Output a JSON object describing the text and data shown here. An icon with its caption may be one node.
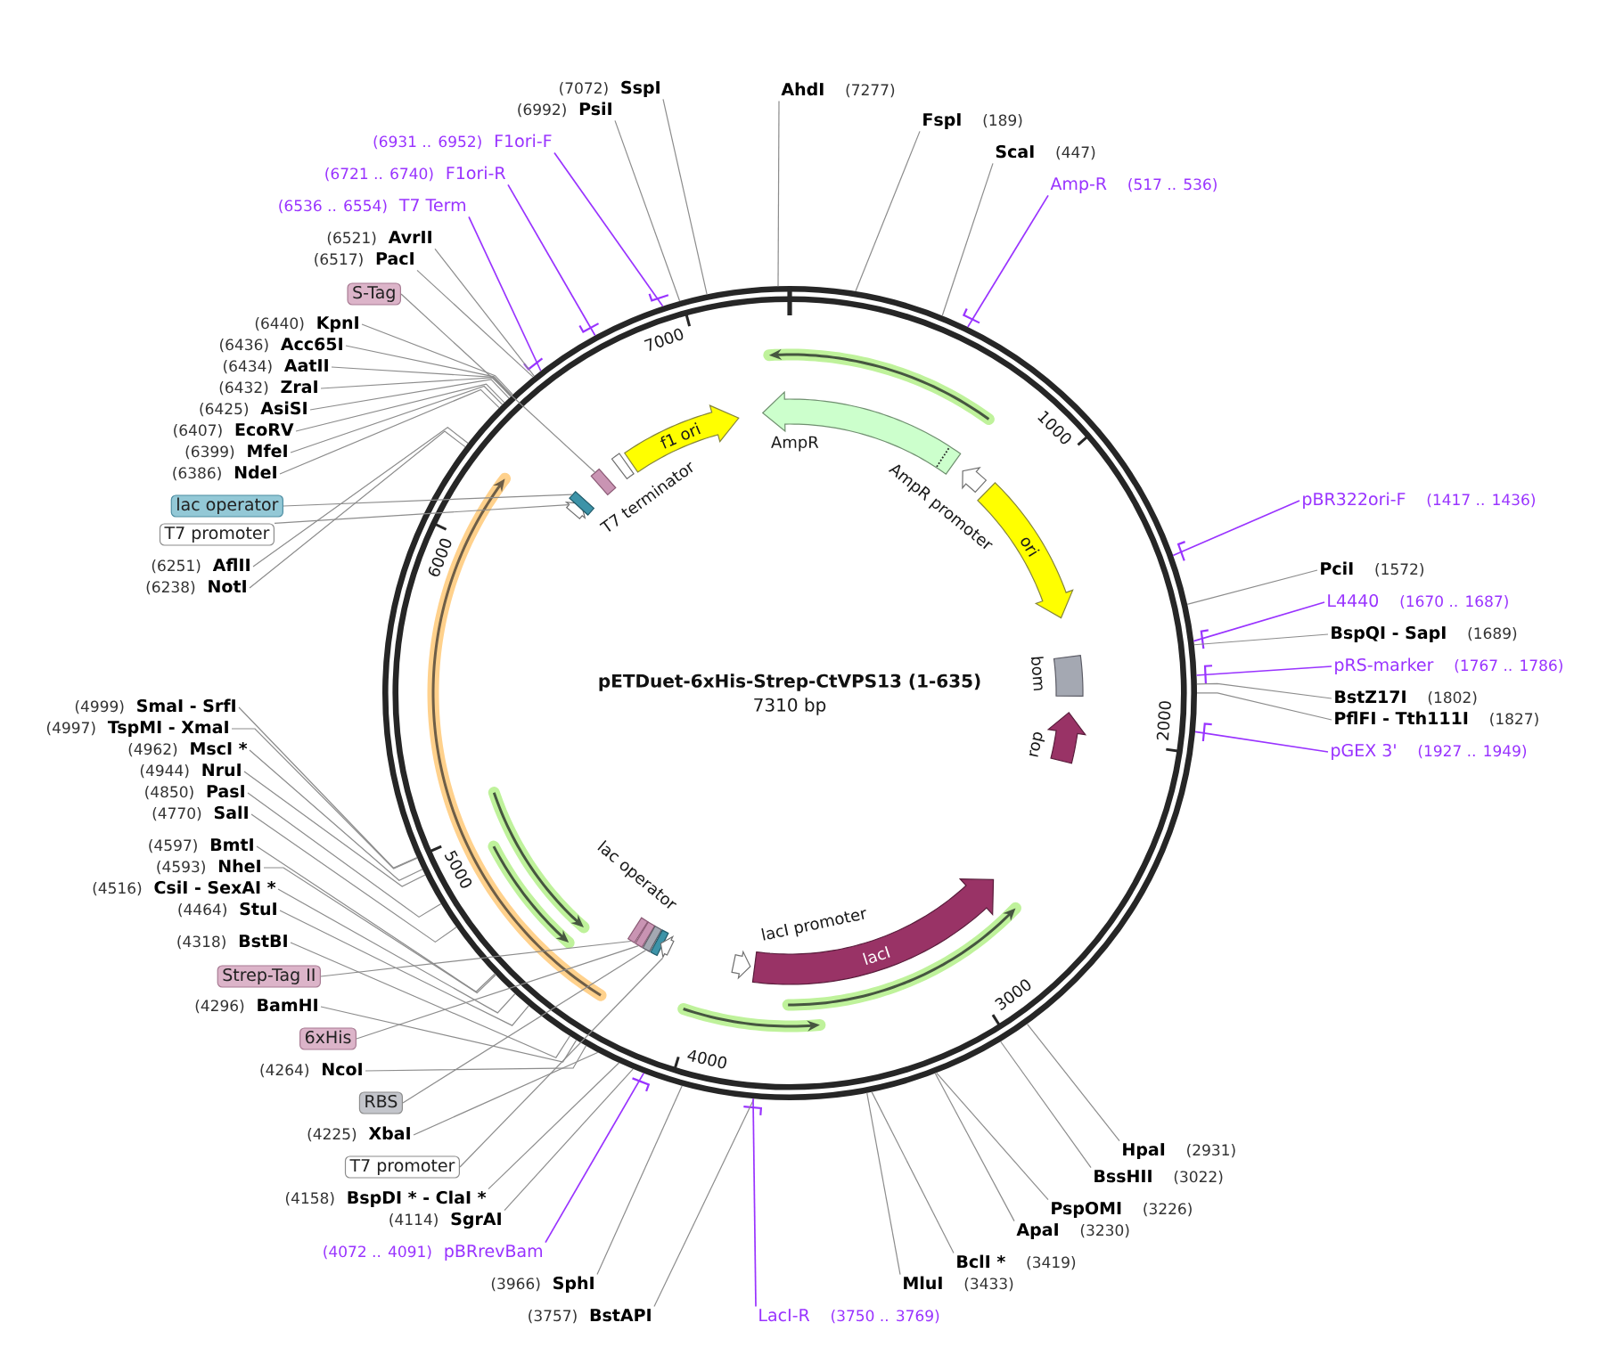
{
  "diagram": {
    "title": "pETDuet-6xHis-Strep-CtVPS13 (1-635)",
    "nodes": [
      {
        "text": [
          "SspI"
        ],
        "beside": [
          "(7072)"
        ]
      },
      {
        "text": [
          "PsiI"
        ],
        "beside": [
          "(6992)"
        ]
      },
      {
        "text": [
          "F1ori-F"
        ],
        "beside": [
          "(6931 .. 6952)"
        ]
      },
      {
        "text": [
          "F1ori-R"
        ],
        "beside": [
          "(6721 .. 6740)"
        ]
      },
      {
        "text": [
          "T7 Term"
        ],
        "beside": [
          "(6536 .. 6554)"
        ]
      },
      {
        "text": [
          "AvrII"
        ],
        "beside": [
          "(6521)"
        ]
      },
      {
        "text": [
          "PacI"
        ],
        "beside": [
          "(6517)"
        ]
      },
      {
        "text": [
          "S-Tag"
        ]
      },
      {
        "text": [
          "KpnI"
        ],
        "beside": [
          "(6440)"
        ]
      },
      {
        "text": [
          "Acc65I"
        ],
        "beside": [
          "(6436)"
        ]
      },
      {
        "text": [
          "AatII"
        ],
        "beside": [
          "(6434)"
        ]
      },
      {
        "text": [
          "ZraI"
        ],
        "beside": [
          "(6432)"
        ]
      },
      {
        "text": [
          "AsiSI"
        ],
        "beside": [
          "(6425)"
        ]
      },
      {
        "text": [
          "EcoRV"
        ],
        "beside": [
          "(6407)"
        ]
      },
      {
        "text": [
          "MfeI"
        ],
        "beside": [
          "(6399)"
        ]
      },
      {
        "text": [
          "NdeI"
        ],
        "beside": [
          "(6386)"
        ]
      },
      {
        "text": [
          "lac operator"
        ]
      },
      {
        "text": [
          "T7 promoter"
        ]
      },
      {
        "text": [
          "AflII"
        ],
        "beside": [
          "(6251)"
        ]
      },
      {
        "text": [
          "NotI"
        ],
        "beside": [
          "(6238)"
        ]
      },
      {
        "text": [
          "SmaI - SrfI"
        ],
        "beside": [
          "(4999)"
        ]
      },
      {
        "text": [
          "TspMI - XmaI"
        ],
        "beside": [
          "(4997)"
        ]
      },
      {
        "text": [
          "MscI *"
        ],
        "beside": [
          "(4962)"
        ]
      },
      {
        "text": [
          "NruI"
        ],
        "beside": [
          "(4944)"
        ]
      },
      {
        "text": [
          "PasI"
        ],
        "beside": [
          "(4850)"
        ]
      },
      {
        "text": [
          "SalI"
        ],
        "beside": [
          "(4770)"
        ]
      },
      {
        "text": [
          "BmtI"
        ],
        "beside": [
          "(4597)"
        ]
      },
      {
        "text": [
          "NheI"
        ],
        "beside": [
          "(4593)"
        ]
      },
      {
        "text": [
          "CsiI - SexAI *"
        ],
        "beside": [
          "(4516)"
        ]
      },
      {
        "text": [
          "StuI"
        ],
        "beside": [
          "(4464)"
        ]
      },
      {
        "text": [
          "BstBI"
        ],
        "beside": [
          "(4318)"
        ]
      },
      {
        "text": [
          "Strep-Tag II"
        ]
      },
      {
        "text": [
          "BamHI"
        ],
        "beside": [
          "(4296)"
        ]
      },
      {
        "text": [
          "6xHis"
        ]
      },
      {
        "text": [
          "NcoI"
        ],
        "beside": [
          "(4264)"
        ]
      },
      {
        "text": [
          "RBS"
        ]
      },
      {
        "text": [
          "XbaI"
        ],
        "beside": [
          "(4225)"
        ]
      },
      {
        "text": [
          "T7 promoter"
        ]
      },
      {
        "text": [
          "BspDI * - ClaI *"
        ],
        "beside": [
          "(4158)"
        ]
      },
      {
        "text": [
          "SgrAI"
        ],
        "beside": [
          "(4114)"
        ]
      },
      {
        "text": [
          "pBRrevBam"
        ],
        "beside": [
          "(4072 .. 4091)"
        ]
      },
      {
        "text": [
          "SphI"
        ],
        "beside": [
          "(3966)"
        ]
      },
      {
        "text": [
          "BstAPI"
        ],
        "beside": [
          "(3757)"
        ]
      },
      {
        "text": [
          "AhdI"
        ],
        "beside": [
          "(7277)"
        ]
      },
      {
        "text": [
          "FspI"
        ],
        "beside": [
          "(189)"
        ]
      },
      {
        "text": [
          "ScaI"
        ],
        "beside": [
          "(447)"
        ]
      },
      {
        "text": [
          "Amp-R"
        ],
        "beside": [
          "(517 .. 536)"
        ]
      },
      {
        "text": [
          "pBR322ori-F"
        ],
        "beside": [
          "(1417 .. 1436)"
        ]
      },
      {
        "text": [
          "PciI"
        ],
        "beside": [
          "(1572)"
        ]
      },
      {
        "text": [
          "L4440"
        ],
        "beside": [
          "(1670 .. 1687)"
        ]
      },
      {
        "text": [
          "BspQI - SapI"
        ],
        "beside": [
          "(1689)"
        ]
      },
      {
        "text": [
          "pRS-marker"
        ],
        "beside": [
          "(1767 .. 1786)"
        ]
      },
      {
        "text": [
          "BstZ17I"
        ],
        "beside": [
          "(1802)"
        ]
      },
      {
        "text": [
          "PflFI - Tth111I"
        ],
        "beside": [
          "(1827)"
        ]
      },
      {
        "text": [
          "pGEX 3'"
        ],
        "beside": [
          "(1927 .. 1949)"
        ]
      },
      {
        "text": [
          "HpaI"
        ],
        "beside": [
          "(2931)"
        ]
      },
      {
        "text": [
          "BssHII"
        ],
        "beside": [
          "(3022)"
        ]
      },
      {
        "text": [
          "PspOMI"
        ],
        "beside": [
          "(3226)"
        ]
      },
      {
        "text": [
          "ApaI"
        ],
        "beside": [
          "(3230)"
        ]
      },
      {
        "text": [
          "BclI *"
        ],
        "beside": [
          "(3419)"
        ]
      },
      {
        "text": [
          "MluI"
        ],
        "beside": [
          "(3433)"
        ]
      },
      {
        "text": [
          "LacI-R"
        ],
        "beside": [
          "(3750 .. 3769)"
        ]
      },
      {
        "text": [],
        "shape": "circle"
      },
      {
        "text": [],
        "shape": "arrow",
        "in": 62
      },
      {
        "text": [],
        "shape": "box",
        "in": 62
      },
      {
        "text": [],
        "shape": "box",
        "in": 62
      },
      {
        "text": [
          "T7 terminator"
        ],
        "in": 62
      },
      {
        "text": [
          "f1 ori"
        ],
        "in": 62
      },
      {
        "text": [
          "AmpR"
        ],
        "in": 62
      },
      {
        "text": [
          "AmpR promoter"
        ],
        "in": 62
      },
      {
        "text": [
          "ori"
        ],
        "in": 62
      },
      {
        "text": [
          "bom"
        ],
        "in": 62
      },
      {
        "text": [
          "rop"
        ],
        "in": 62
      },
      {
        "text": [
          "lacI"
        ],
        "in": 62
      },
      {
        "text": [
          "lacI promoter"
        ],
        "in": 62
      },
      {
        "text": [],
        "shape": "box",
        "in": 62
      },
      {
        "text": [],
        "shape": "box",
        "in": 62
      },
      {
        "text": [],
        "shape": "box",
        "in": 62
      },
      {
        "text": [
          "lac operator"
        ],
        "in": 62
      },
      {
        "text": [],
        "shape": "arrow",
        "in": 62
      }
    ],
    "edges": [
      {
        "from": 0,
        "to": 62,
        "arrow": "none"
      },
      {
        "from": 1,
        "to": 62,
        "arrow": "none"
      },
      {
        "from": 2,
        "to": 62,
        "arrow": "none",
        "color": "#9933ff"
      },
      {
        "from": 3,
        "to": 62,
        "arrow": "none",
        "color": "#9933ff"
      },
      {
        "from": 4,
        "to": 62,
        "arrow": "none",
        "color": "#9933ff"
      },
      {
        "from": 5,
        "to": 62,
        "arrow": "none"
      },
      {
        "from": 6,
        "to": 62,
        "arrow": "none"
      },
      {
        "from": 7,
        "to": 65,
        "arrow": "none"
      },
      {
        "from": 8,
        "to": 62,
        "arrow": "none"
      },
      {
        "from": 9,
        "to": 62,
        "arrow": "none"
      },
      {
        "from": 10,
        "to": 62,
        "arrow": "none"
      },
      {
        "from": 11,
        "to": 62,
        "arrow": "none"
      },
      {
        "from": 12,
        "to": 62,
        "arrow": "none"
      },
      {
        "from": 13,
        "to": 62,
        "arrow": "none"
      },
      {
        "from": 14,
        "to": 62,
        "arrow": "none"
      },
      {
        "from": 15,
        "to": 62,
        "arrow": "none"
      },
      {
        "from": 16,
        "to": 64,
        "arrow": "none"
      },
      {
        "from": 17,
        "to": 63,
        "arrow": "none"
      },
      {
        "from": 18,
        "to": 62,
        "arrow": "none"
      },
      {
        "from": 19,
        "to": 62,
        "arrow": "none"
      },
      {
        "from": 20,
        "to": 62,
        "arrow": "none"
      },
      {
        "from": 21,
        "to": 62,
        "arrow": "none"
      },
      {
        "from": 22,
        "to": 62,
        "arrow": "none"
      },
      {
        "from": 23,
        "to": 62,
        "arrow": "none"
      },
      {
        "from": 24,
        "to": 62,
        "arrow": "none"
      },
      {
        "from": 25,
        "to": 62,
        "arrow": "none"
      },
      {
        "from": 26,
        "to": 62,
        "arrow": "none"
      },
      {
        "from": 27,
        "to": 62,
        "arrow": "none"
      },
      {
        "from": 28,
        "to": 62,
        "arrow": "none"
      },
      {
        "from": 29,
        "to": 62,
        "arrow": "none"
      },
      {
        "from": 30,
        "to": 62,
        "arrow": "none"
      },
      {
        "from": 31,
        "to": 75,
        "arrow": "none"
      },
      {
        "from": 32,
        "to": 62,
        "arrow": "none"
      },
      {
        "from": 33,
        "to": 76,
        "arrow": "none"
      },
      {
        "from": 34,
        "to": 62,
        "arrow": "none"
      },
      {
        "from": 35,
        "to": 77,
        "arrow": "none"
      },
      {
        "from": 36,
        "to": 62,
        "arrow": "none"
      },
      {
        "from": 37,
        "to": 79,
        "arrow": "none"
      },
      {
        "from": 38,
        "to": 62,
        "arrow": "none"
      },
      {
        "from": 39,
        "to": 62,
        "arrow": "none"
      },
      {
        "from": 40,
        "to": 62,
        "arrow": "none",
        "color": "#9933ff"
      },
      {
        "from": 41,
        "to": 62,
        "arrow": "none"
      },
      {
        "from": 42,
        "to": 62,
        "arrow": "none"
      },
      {
        "from": 43,
        "to": 62,
        "arrow": "none"
      },
      {
        "from": 44,
        "to": 62,
        "arrow": "none"
      },
      {
        "from": 45,
        "to": 62,
        "arrow": "none"
      },
      {
        "from": 46,
        "to": 62,
        "arrow": "none",
        "color": "#9933ff"
      },
      {
        "from": 47,
        "to": 62,
        "arrow": "none",
        "color": "#9933ff"
      },
      {
        "from": 48,
        "to": 62,
        "arrow": "none"
      },
      {
        "from": 49,
        "to": 62,
        "arrow": "none",
        "color": "#9933ff"
      },
      {
        "from": 50,
        "to": 62,
        "arrow": "none"
      },
      {
        "from": 51,
        "to": 62,
        "arrow": "none",
        "color": "#9933ff"
      },
      {
        "from": 52,
        "to": 62,
        "arrow": "none"
      },
      {
        "from": 53,
        "to": 62,
        "arrow": "none"
      },
      {
        "from": 54,
        "to": 62,
        "arrow": "none",
        "color": "#9933ff"
      },
      {
        "from": 55,
        "to": 62,
        "arrow": "none"
      },
      {
        "from": 56,
        "to": 62,
        "arrow": "none"
      },
      {
        "from": 57,
        "to": 62,
        "arrow": "none"
      },
      {
        "from": 58,
        "to": 62,
        "arrow": "none"
      },
      {
        "from": 59,
        "to": 62,
        "arrow": "none"
      },
      {
        "from": 60,
        "to": 62,
        "arrow": "none"
      },
      {
        "from": 61,
        "to": 62,
        "arrow": "none",
        "color": "#9933ff"
      }
    ],
    "labels": [
      "7000",
      "1000",
      "6000",
      "7310 bp",
      "2000",
      "5000",
      "3000",
      "4000"
    ]
  }
}
